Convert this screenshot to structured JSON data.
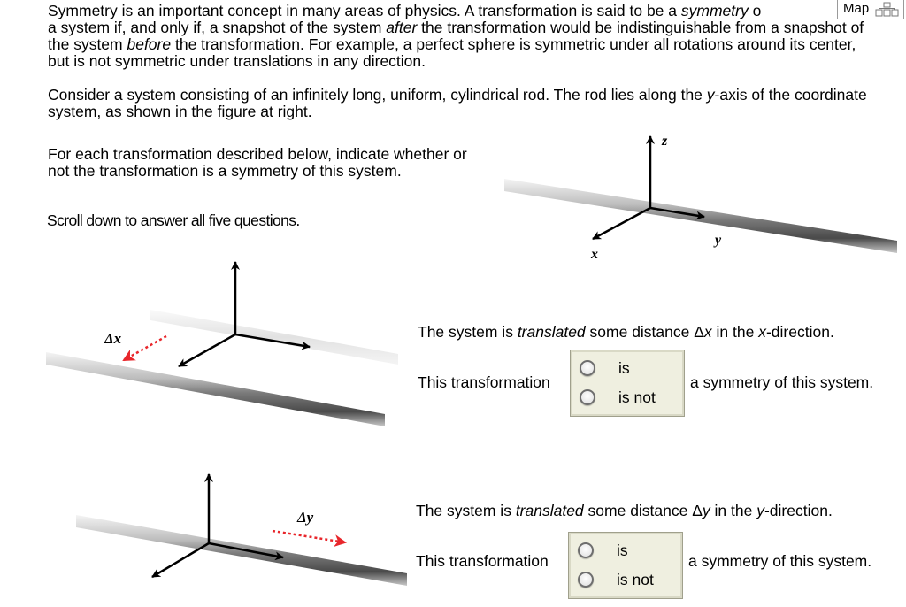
{
  "intro": {
    "p1_a": "Symmetry is an important concept in many areas of physics. A transformation is said to be a ",
    "p1_b": "symmetry",
    "p1_c": " o",
    "p1_d": "a system if, and only if, a snapshot of the system ",
    "p1_e": "after",
    "p1_f": " the transformation would be indistinguishable from a snapshot of the system ",
    "p1_g": "before",
    "p1_h": " the transformation. For example, a perfect sphere is symmetric under all rotations around its center, but is not symmetric under translations in any direction.",
    "p2_a": "Consider a system consisting of an infinitely long, uniform, cylindrical rod. The rod lies along the ",
    "p2_b": "y",
    "p2_c": "-axis of the coordinate system, as shown in the figure at right.",
    "p3": "For each transformation described below, indicate whether or not the transformation is a symmetry of this system.",
    "p4": "Scroll down to answer all five questions."
  },
  "map_button": {
    "label": "Map",
    "icon": "map-icon"
  },
  "main_figure": {
    "axis_z": "z",
    "axis_x": "x",
    "axis_y": "y"
  },
  "questions": [
    {
      "delta_label": "Δx",
      "desc_a": "The system is ",
      "desc_b": "translated",
      "desc_c": " some distance Δ",
      "desc_d": "x",
      "desc_e": " in the ",
      "desc_f": "x",
      "desc_g": "-direction.",
      "prefix": "This transformation",
      "suffix": "a symmetry of this system.",
      "options": [
        "is",
        "is not"
      ]
    },
    {
      "delta_label": "Δy",
      "desc_a": "The system is ",
      "desc_b": "translated",
      "desc_c": " some distance Δ",
      "desc_d": "y",
      "desc_e": " in the ",
      "desc_f": "y",
      "desc_g": "-direction.",
      "prefix": "This transformation",
      "suffix": "a symmetry of this system.",
      "options": [
        "is",
        "is not"
      ]
    }
  ],
  "colors": {
    "arrow_red": "#e8262b",
    "box_bg": "#efefe0",
    "rod_dark": "#6a6a6a"
  }
}
